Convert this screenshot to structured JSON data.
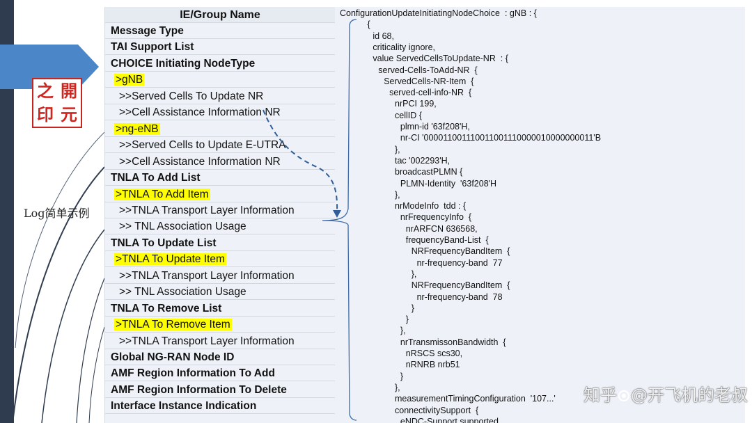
{
  "left_panel": {
    "logo_chars": [
      "之",
      "開",
      "印",
      "元"
    ],
    "side_caption": "Log简单示例"
  },
  "ie_table": {
    "header": "IE/Group Name",
    "rows": [
      {
        "text": "Message Type",
        "level": 0,
        "highlight": false
      },
      {
        "text": "TAI Support List",
        "level": 0,
        "highlight": false
      },
      {
        "text": "CHOICE Initiating NodeType",
        "level": 0,
        "highlight": false
      },
      {
        "text": ">gNB",
        "level": 1,
        "highlight": true
      },
      {
        "text": ">>Served Cells To Update NR",
        "level": 2,
        "highlight": false
      },
      {
        "text": ">>Cell Assistance Information NR",
        "level": 2,
        "highlight": false
      },
      {
        "text": ">ng-eNB",
        "level": 1,
        "highlight": true
      },
      {
        "text": ">>Served Cells to Update E-UTRA",
        "level": 2,
        "highlight": false
      },
      {
        "text": ">>Cell Assistance Information NR",
        "level": 2,
        "highlight": false
      },
      {
        "text": "TNLA To Add List",
        "level": 0,
        "highlight": false
      },
      {
        "text": ">TNLA To Add Item",
        "level": 1,
        "highlight": true
      },
      {
        "text": ">>TNLA Transport Layer Information",
        "level": 2,
        "highlight": false
      },
      {
        "text": ">> TNL Association Usage",
        "level": 2,
        "highlight": false
      },
      {
        "text": "TNLA To Update List",
        "level": 0,
        "highlight": false
      },
      {
        "text": ">TNLA To Update Item",
        "level": 1,
        "highlight": true
      },
      {
        "text": ">>TNLA Transport Layer Information",
        "level": 2,
        "highlight": false
      },
      {
        "text": ">> TNL Association Usage",
        "level": 2,
        "highlight": false
      },
      {
        "text": "TNLA To Remove List",
        "level": 0,
        "highlight": false
      },
      {
        "text": ">TNLA To Remove Item",
        "level": 1,
        "highlight": true
      },
      {
        "text": ">>TNLA Transport Layer Information",
        "level": 2,
        "highlight": false
      },
      {
        "text": "Global NG-RAN Node ID",
        "level": 0,
        "highlight": false
      },
      {
        "text": "AMF Region Information To Add",
        "level": 0,
        "highlight": false
      },
      {
        "text": "AMF Region Information To Delete",
        "level": 0,
        "highlight": false
      },
      {
        "text": "Interface Instance Indication",
        "level": 0,
        "highlight": false
      }
    ]
  },
  "log": {
    "lines": [
      {
        "text": "ConfigurationUpdateInitiatingNodeChoice  : gNB : {",
        "indent": 0
      },
      {
        "text": "{",
        "indent": 5
      },
      {
        "text": "id 68,",
        "indent": 6
      },
      {
        "text": "criticality ignore,",
        "indent": 6
      },
      {
        "text": "value ServedCellsToUpdate-NR  : {",
        "indent": 6
      },
      {
        "text": "served-Cells-ToAdd-NR  {",
        "indent": 7
      },
      {
        "text": "ServedCells-NR-Item  {",
        "indent": 8
      },
      {
        "text": "served-cell-info-NR  {",
        "indent": 9
      },
      {
        "text": "nrPCI 199,",
        "indent": 10
      },
      {
        "text": "cellID {",
        "indent": 10
      },
      {
        "text": "plmn-id '63f208'H,",
        "indent": 11
      },
      {
        "text": "nr-CI '000011001110011001110000010000000011'B",
        "indent": 11
      },
      {
        "text": "},",
        "indent": 10
      },
      {
        "text": "tac '002293'H,",
        "indent": 10
      },
      {
        "text": "broadcastPLMN {",
        "indent": 10
      },
      {
        "text": "PLMN-Identity  '63f208'H",
        "indent": 11
      },
      {
        "text": "},",
        "indent": 10
      },
      {
        "text": "nrModeInfo  tdd : {",
        "indent": 10
      },
      {
        "text": "nrFrequencyInfo  {",
        "indent": 11
      },
      {
        "text": "nrARFCN 636568,",
        "indent": 12
      },
      {
        "text": "frequencyBand-List  {",
        "indent": 12
      },
      {
        "text": "NRFrequencyBandItem  {",
        "indent": 13
      },
      {
        "text": "nr-frequency-band  77",
        "indent": 14
      },
      {
        "text": "},",
        "indent": 13
      },
      {
        "text": "NRFrequencyBandItem  {",
        "indent": 13
      },
      {
        "text": "nr-frequency-band  78",
        "indent": 14
      },
      {
        "text": "}",
        "indent": 13
      },
      {
        "text": "}",
        "indent": 12
      },
      {
        "text": "},",
        "indent": 11
      },
      {
        "text": "nrTransmissonBandwidth  {",
        "indent": 11
      },
      {
        "text": "nRSCS scs30,",
        "indent": 12
      },
      {
        "text": "nRNRB nrb51",
        "indent": 12
      },
      {
        "text": "}",
        "indent": 11
      },
      {
        "text": "},",
        "indent": 10
      },
      {
        "text": "measurementTimingConfiguration  '107...'",
        "indent": 10
      },
      {
        "text": "connectivitySupport  {",
        "indent": 10
      },
      {
        "text": "eNDC-Support supported",
        "indent": 11
      }
    ]
  },
  "watermark": {
    "text_left": "知乎",
    "text_right": "@开飞机的老叔"
  },
  "colors": {
    "highlight": "#ffff00",
    "arrow_blue": "#4a86c8",
    "dashed_curve": "#2e5d9a",
    "logo_red": "#d0251f",
    "panel_bg": "#eef2f8"
  }
}
